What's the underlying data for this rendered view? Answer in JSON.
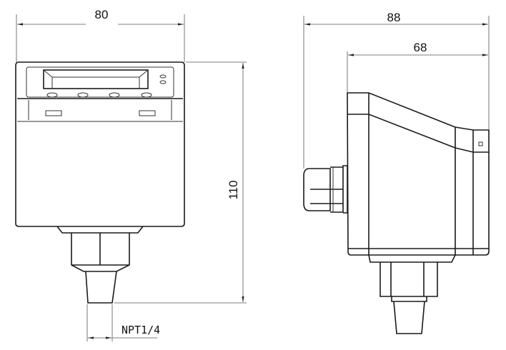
{
  "front_view": {
    "width_dim": "80",
    "height_dim": "110",
    "thread_dim": "NPT1/4"
  },
  "side_view": {
    "overall_depth_dim": "88",
    "body_depth_dim": "68"
  },
  "colors": {
    "line": "#1a1a1a",
    "dimension": "#555555",
    "background": "#ffffff"
  }
}
